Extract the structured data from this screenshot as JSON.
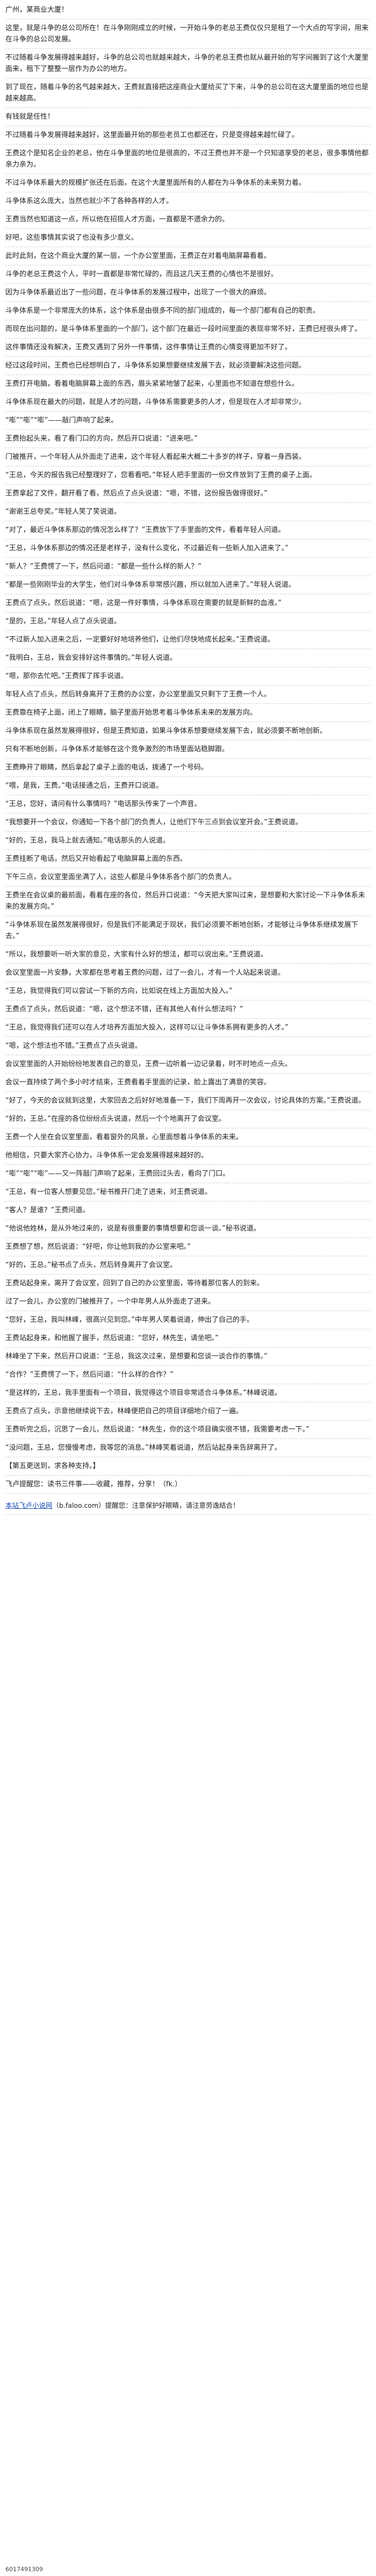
{
  "paragraphs": [
    "广州，某商业大厦！",
    "这里，就是斗争的总公司所在！在斗争刚刚成立的时候，一开始斗争的老总王费仅仅只是租了一个大点的写字间，用来在斗争的总公司发展。",
    "不过随着斗争发展得越来越好，斗争的总公司也就越来越大，斗争的老总王费也就从最开始的写字间搬到了这个大厦里面来，租下了整整一层作为办公的地方。",
    "到了现在，随着斗争的名气越来越大，王费就直接把这座商业大厦给买了下来，斗争的总公司在这大厦里面的地位也是越来越高。",
    "有钱就是任性！",
    "不过随着斗争发展得越来越好，这里面最开始的那些老员工也都还在，只是变得越来越忙碌了。",
    "王费这个是知名企业的老总，他在斗争里面的地位是很高的，不过王费也并不是一个只知道享受的老总，很多事情他都亲力亲为。",
    "不过斗争体系最大的规模扩张还在后面，在这个大厦里面所有的人都在为斗争体系的未来努力着。",
    "斗争体系这么庞大，当然也就少不了各种各样的人才。",
    "王费当然也知道这一点，所以他在招揽人才方面，一直都是不遗余力的。",
    "好吧，这些事情其实说了也没有多少意义。",
    "此时此刻，在这个商业大厦的某一层，一个办公室里面，王费正在对着电脑屏幕看着。",
    "斗争的老总王费这个人，平时一直都是非常忙碌的，而且这几天王费的心情也不是很好。",
    "因为斗争体系最近出了一些问题，在斗争体系的发展过程中，出现了一个很大的麻烦。",
    "斗争体系是一个非常庞大的体系，这个体系是由很多不同的部门组成的，每一个部门都有自己的职责。",
    "而现在出问题的，是斗争体系里面的一个部门，这个部门在最近一段时间里面的表现非常不好，王费已经很头疼了。",
    "这件事情还没有解决，王费又遇到了另外一件事情，这件事情让王费的心情变得更加不好了。",
    "经过这段时间，王费也已经想明白了，斗争体系如果想要继续发展下去，就必须要解决这些问题。",
    "王费打开电脑，看着电脑屏幕上面的东西，眉头紧紧地皱了起来，心里面也不知道在想些什么。",
    "斗争体系现在最大的问题，就是人才的问题，斗争体系需要更多的人才，但是现在人才却非常少。",
    "“嘭”“嘭”“嘭”——敲门声响了起来。",
    "王费抬起头来，看了看门口的方向，然后开口说道：“进来吧。”",
    "门被推开，一个年轻人从外面走了进来，这个年轻人看起来大概二十多岁的样子，穿着一身西装。",
    "“王总，今天的报告我已经整理好了，您看看吧。”年轻人把手里面的一份文件放到了王费的桌子上面。",
    "王费拿起了文件，翻开看了看，然后点了点头说道：“嗯，不错，这份报告做得很好。”",
    "“谢谢王总夸奖。”年轻人笑了笑说道。",
    "“对了，最近斗争体系那边的情况怎么样了？”王费放下了手里面的文件，看着年轻人问道。",
    "“王总，斗争体系那边的情况还是老样子，没有什么变化，不过最近有一些新人加入进来了。”",
    "“新人？”王费愣了一下，然后问道：“都是一些什么样的新人？”",
    "“都是一些刚刚毕业的大学生，他们对斗争体系非常感兴趣，所以就加入进来了。”年轻人说道。",
    "王费点了点头，然后说道：“嗯，这是一件好事情，斗争体系现在需要的就是新鲜的血液。”",
    "“是的，王总。”年轻人点了点头说道。",
    "“不过新人加入进来之后，一定要好好地培养他们，让他们尽快地成长起来。”王费说道。",
    "“我明白，王总，我会安排好这件事情的。”年轻人说道。",
    "“嗯，那你去忙吧。”王费挥了挥手说道。",
    "年轻人点了点头，然后转身离开了王费的办公室，办公室里面又只剩下了王费一个人。",
    "王费靠在椅子上面，闭上了眼睛，脑子里面开始思考着斗争体系未来的发展方向。",
    "斗争体系现在虽然发展得很好，但是王费知道，如果斗争体系想要继续发展下去，就必须要不断地创新。",
    "只有不断地创新，斗争体系才能够在这个竞争激烈的市场里面站稳脚跟。",
    "王费睁开了眼睛，然后拿起了桌子上面的电话，拨通了一个号码。",
    "“喂，是我，王费。”电话接通之后，王费开口说道。",
    "“王总，您好，请问有什么事情吗？”电话那头传来了一个声音。",
    "“我想要开一个会议，你通知一下各个部门的负责人，让他们下午三点到会议室开会。”王费说道。",
    "“好的，王总，我马上就去通知。”电话那头的人说道。",
    "王费挂断了电话，然后又开始看起了电脑屏幕上面的东西。",
    "下午三点，会议室里面坐满了人，这些人都是斗争体系各个部门的负责人。",
    "王费坐在会议桌的最前面，看着在座的各位，然后开口说道：“今天把大家叫过来，是想要和大家讨论一下斗争体系未来的发展方向。”",
    "“斗争体系现在虽然发展得很好，但是我们不能满足于现状，我们必须要不断地创新，才能够让斗争体系继续发展下去。”",
    "“所以，我想要听一听大家的意见，大家有什么好的想法，都可以说出来。”王费说道。",
    "会议室里面一片安静，大家都在思考着王费的问题，过了一会儿，才有一个人站起来说道。",
    "“王总，我觉得我们可以尝试一下新的方向，比如说在线上方面加大投入。”",
    "王费点了点头，然后说道：“嗯，这个想法不错，还有其他人有什么想法吗？”",
    "“王总，我觉得我们还可以在人才培养方面加大投入，这样可以让斗争体系拥有更多的人才。”",
    "“嗯，这个想法也不错。”王费点了点头说道。",
    "会议室里面的人开始纷纷地发表自己的意见，王费一边听着一边记录着，时不时地点一点头。",
    "会议一直持续了两个多小时才结束，王费看着手里面的记录，脸上露出了满意的笑容。",
    "“好了，今天的会议就到这里，大家回去之后好好地准备一下，我们下周再开一次会议，讨论具体的方案。”王费说道。",
    "“好的，王总。”在座的各位纷纷点头说道，然后一个个地离开了会议室。",
    "王费一个人坐在会议室里面，看着窗外的风景，心里面想着斗争体系的未来。",
    "他相信，只要大家齐心协力，斗争体系一定会发展得越来越好的。",
    "“嘭”“嘭”“嘭”——又一阵敲门声响了起来，王费回过头去，看向了门口。",
    "“王总，有一位客人想要见您。”秘书推开门走了进来，对王费说道。",
    "“客人？是谁？”王费问道。",
    "“他说他姓林，是从外地过来的，说是有很重要的事情想要和您谈一谈。”秘书说道。",
    "王费想了想，然后说道：“好吧，你让他到我的办公室来吧。”",
    "“好的，王总。”秘书点了点头，然后转身离开了会议室。",
    "王费站起身来，离开了会议室，回到了自己的办公室里面，等待着那位客人的到来。",
    "过了一会儿，办公室的门被推开了，一个中年男人从外面走了进来。",
    "“您好，王总，我叫林峰，很高兴见到您。”中年男人笑着说道，伸出了自己的手。",
    "王费站起身来，和他握了握手，然后说道：“您好，林先生，请坐吧。”",
    "林峰坐了下来，然后开口说道：“王总，我这次过来，是想要和您谈一谈合作的事情。”",
    "“合作？”王费愣了一下，然后问道：“什么样的合作？”",
    "“是这样的，王总，我手里面有一个项目，我觉得这个项目非常适合斗争体系。”林峰说道。",
    "王费点了点头，示意他继续说下去，林峰便把自己的项目详细地介绍了一遍。",
    "王费听完之后，沉思了一会儿，然后说道：“林先生，你的这个项目确实很不错，我需要考虑一下。”",
    "“没问题，王总，您慢慢考虑，我等您的消息。”林峰笑着说道，然后站起身来告辞离开了。",
    "【第五更送到，求各种支持。】",
    "飞卢提醒您：读书三件事——收藏，推荐，分享！（fk.）"
  ],
  "footer": {
    "link_text": "本站飞卢小说网",
    "link_rest": "（b.faloo.com）提醒您：注意保护好眼睛，请注意劳逸结合！",
    "site_id": "6017491309"
  }
}
